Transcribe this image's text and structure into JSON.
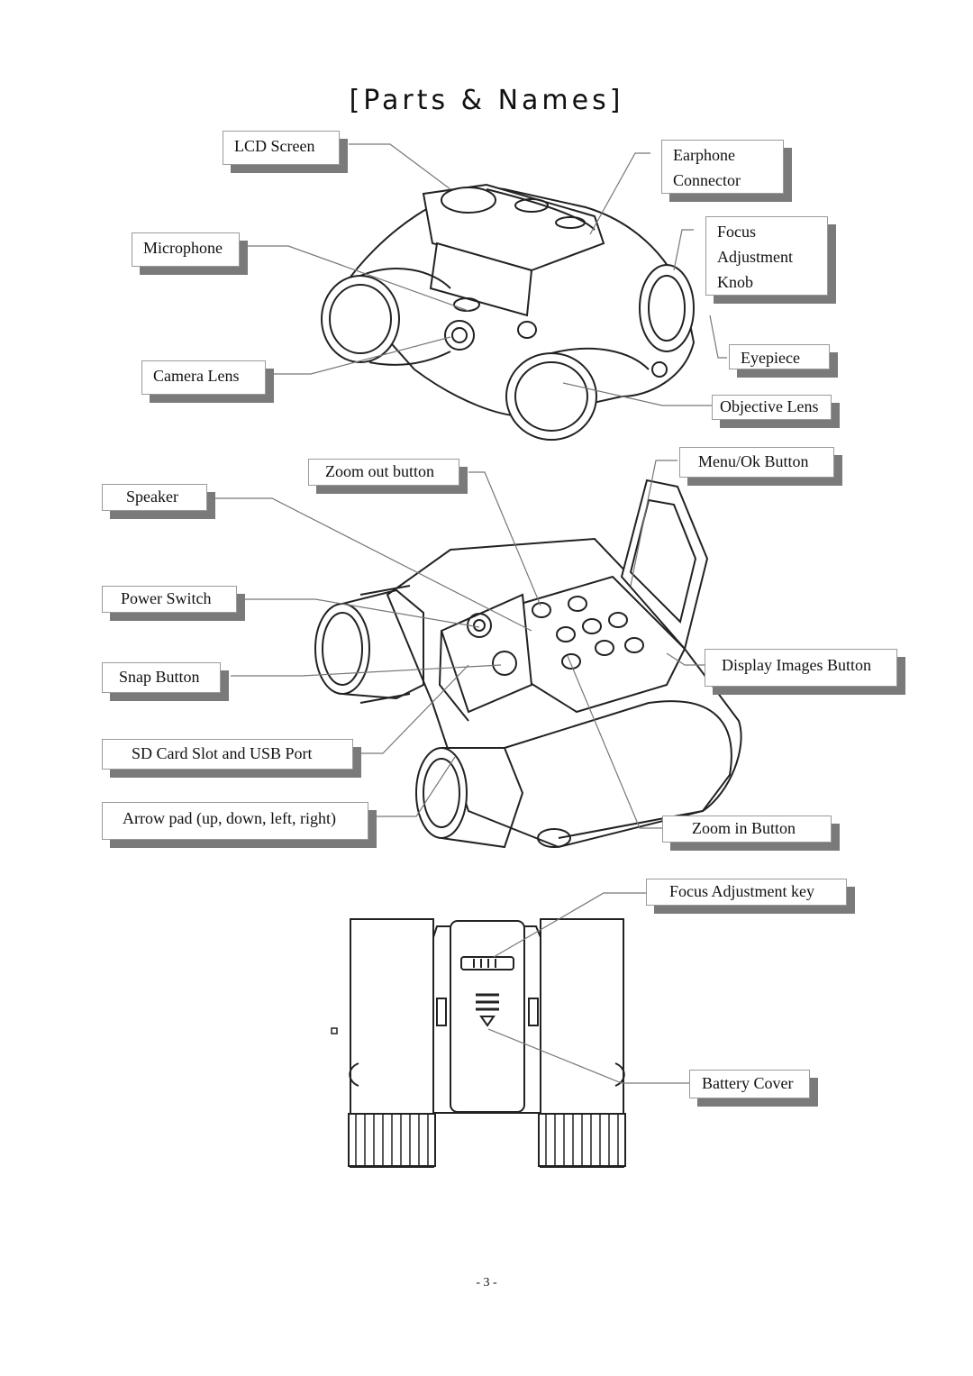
{
  "page": {
    "title": "[Parts & Names]",
    "page_number": "- 3 -"
  },
  "labels": {
    "lcd_screen": "LCD Screen",
    "microphone": "Microphone",
    "camera_lens": "Camera Lens",
    "earphone_connector_line1": "Earphone",
    "earphone_connector_line2": "Connector",
    "focus_knob_line1": "Focus",
    "focus_knob_line2": "Adjustment",
    "focus_knob_line3": "Knob",
    "eyepiece": "Eyepiece",
    "objective_lens": "Objective Lens",
    "menu_ok_button": "Menu/Ok Button",
    "zoom_out_button": "Zoom out button",
    "speaker": "Speaker",
    "power_switch": "Power Switch",
    "snap_button": "Snap Button",
    "sd_card_slot": "SD Card Slot and USB Port",
    "arrow_pad": "Arrow pad (up, down, left, right)",
    "display_images_button": "Display Images Button",
    "zoom_in_button": "Zoom in Button",
    "focus_adjustment_key": "Focus Adjustment key",
    "battery_cover": "Battery Cover"
  }
}
